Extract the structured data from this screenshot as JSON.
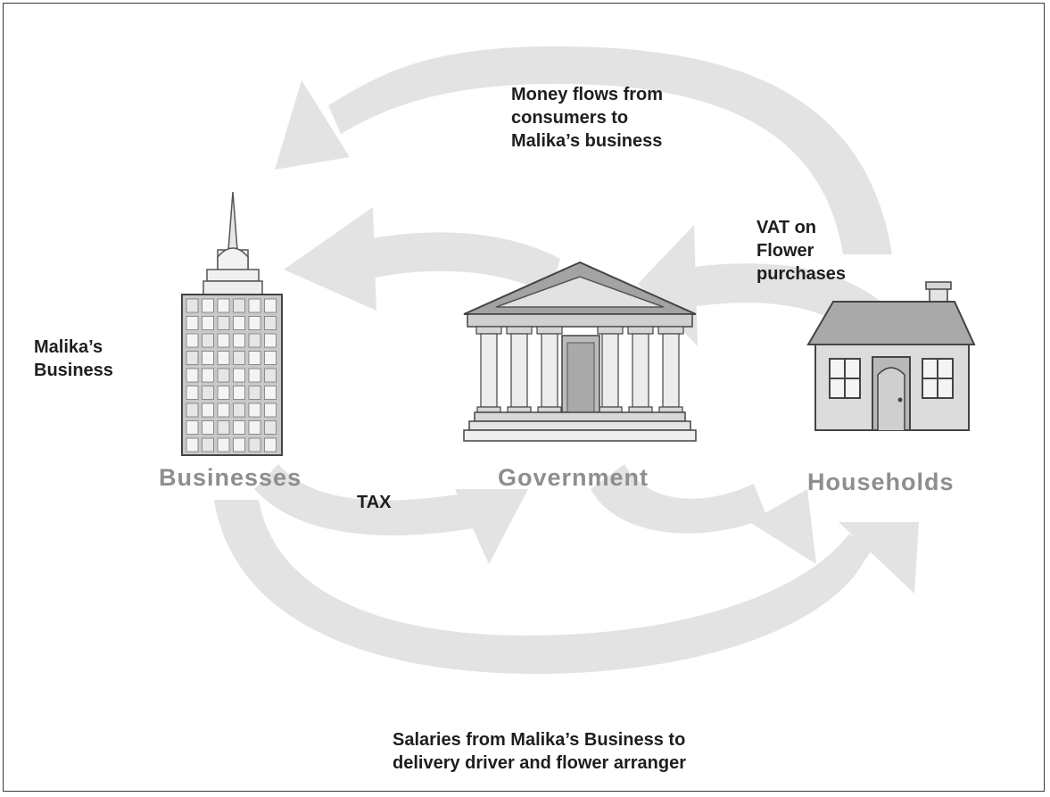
{
  "labels": {
    "money_flow": "Money flows from\nconsumers to\nMalika’s business",
    "vat": "VAT on\nFlower\npurchases",
    "malika_business": "Malika’s\nBusiness",
    "tax": "TAX",
    "salaries": "Salaries from Malika’s Business to\ndelivery driver and flower arranger"
  },
  "sectors": {
    "businesses": "Businesses",
    "government": "Government",
    "households": "Households"
  },
  "icons": {
    "businesses": "skyscraper-icon",
    "government": "government-building-icon",
    "households": "house-icon"
  },
  "colors": {
    "arrow": "#e3e3e3",
    "sector_text": "#8e8e8e",
    "label_text": "#1e1e1e"
  }
}
